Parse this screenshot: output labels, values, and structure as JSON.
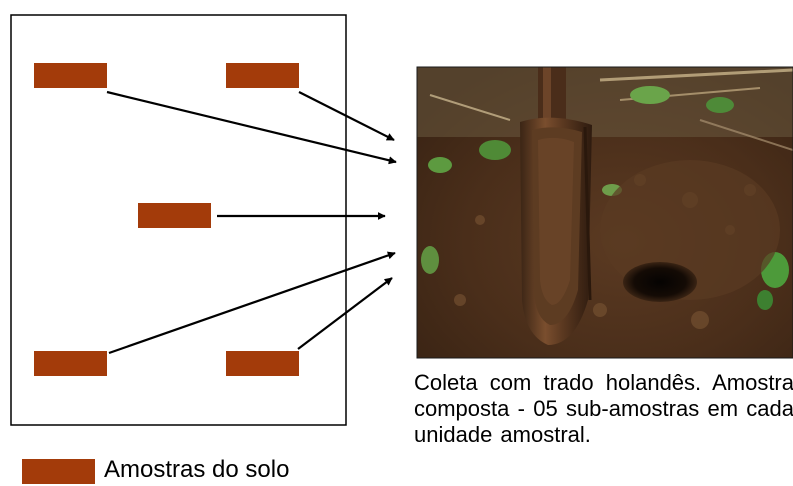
{
  "colors": {
    "sample_fill": "#A33B0A",
    "frame_stroke": "#000000",
    "arrow_stroke": "#000000",
    "background": "#FFFFFF"
  },
  "diagram": {
    "samples_count": 5,
    "arrows_count": 5
  },
  "photo": {
    "subject": "trado holandês no solo"
  },
  "caption": {
    "text": "Coleta com trado holandês. Amostra composta - 05 sub-amostras em cada unidade amostral."
  },
  "legend": {
    "label": "Amostras do solo"
  }
}
